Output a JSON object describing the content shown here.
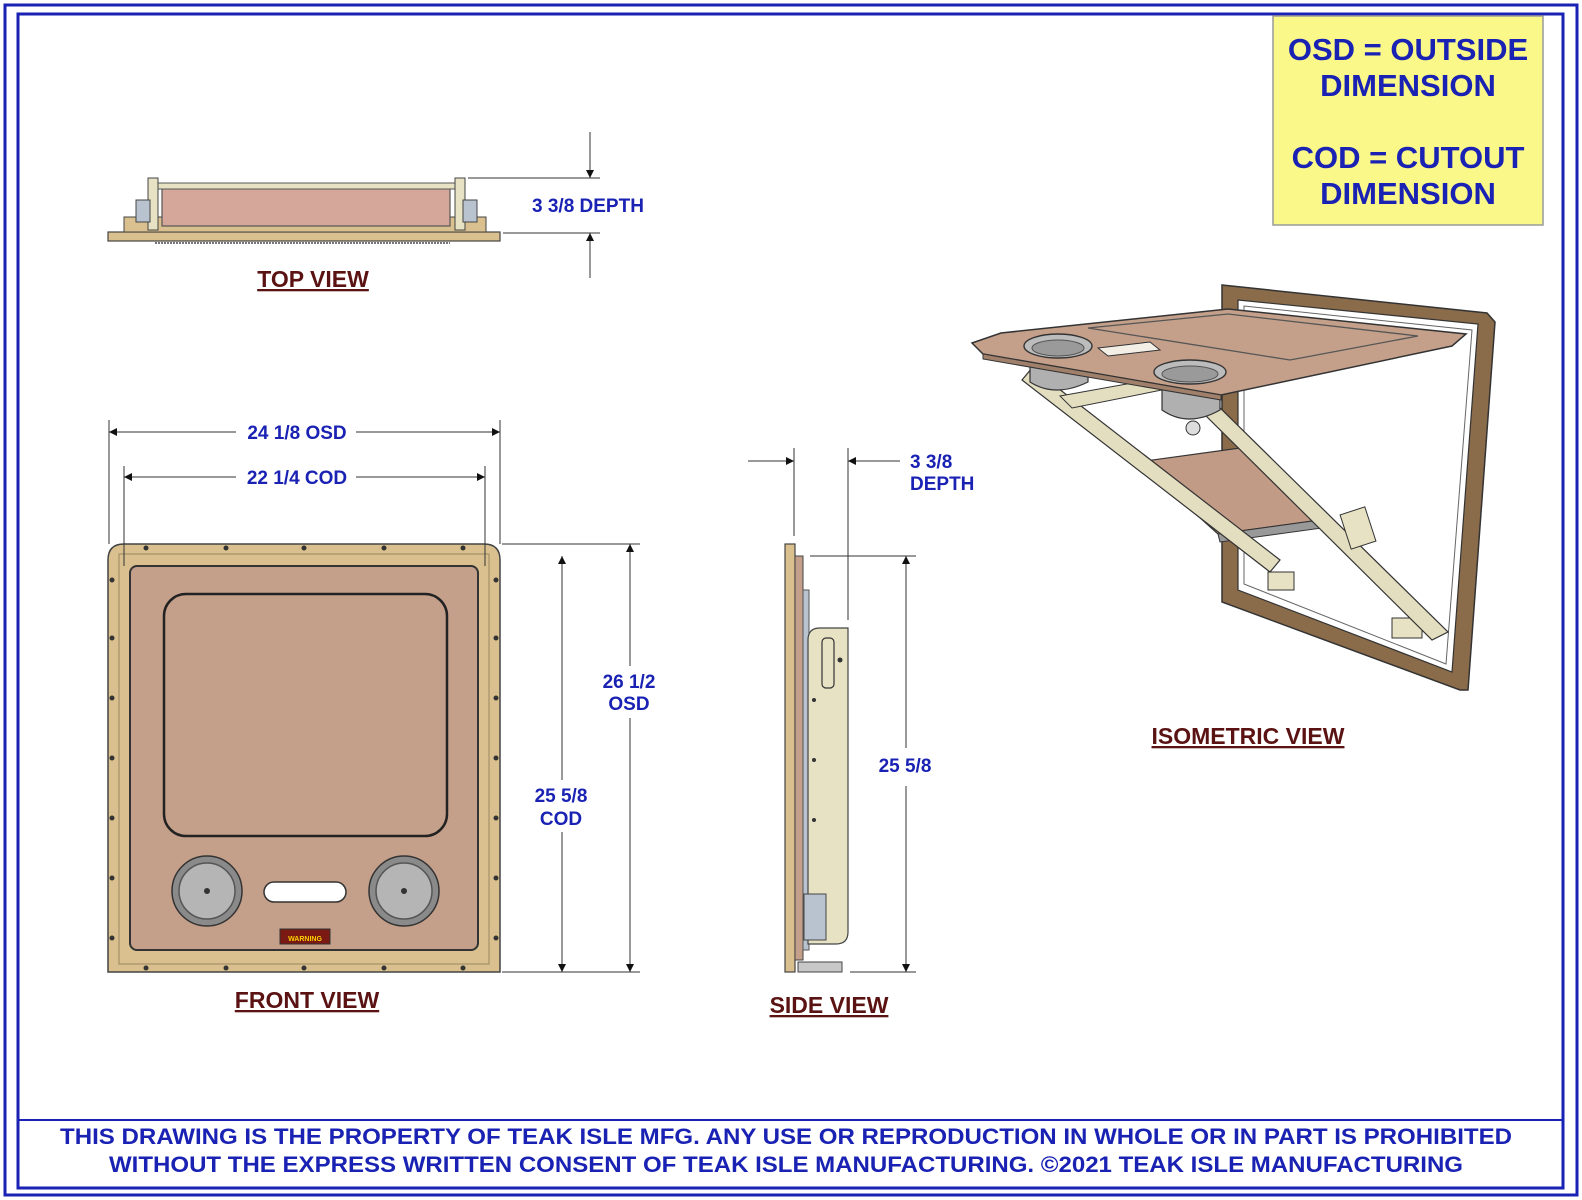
{
  "legend": {
    "line1": "OSD = OUTSIDE",
    "line2": "DIMENSION",
    "line3": "COD = CUTOUT",
    "line4": "DIMENSION"
  },
  "views": {
    "top": "TOP VIEW",
    "front": "FRONT VIEW",
    "side": "SIDE VIEW",
    "isometric": "ISOMETRIC VIEW"
  },
  "dimensions": {
    "top_depth": "3 3/8 DEPTH",
    "front_width_osd": "24 1/8 OSD",
    "front_width_cod": "22 1/4 COD",
    "front_height_osd_value": "26 1/2",
    "front_height_osd_unit": "OSD",
    "front_height_cod_value": "25 5/8",
    "front_height_cod_unit": "COD",
    "side_depth_value": "3 3/8",
    "side_depth_unit": "DEPTH",
    "side_height": "25 5/8"
  },
  "warning_label": "WARNING",
  "footer": {
    "line1": "THIS DRAWING IS THE PROPERTY OF TEAK ISLE MFG. ANY USE OR REPRODUCTION IN WHOLE OR IN PART IS PROHIBITED",
    "line2": "WITHOUT THE EXPRESS WRITTEN CONSENT OF TEAK ISLE MANUFACTURING. ©2021 TEAK ISLE MANUFACTURING"
  },
  "colors": {
    "border": "#1a22b4",
    "dimension_text": "#1a22b4",
    "view_label": "#5b1212",
    "legend_fill": "#fbf88a",
    "frame": "#d9c08e",
    "panel": "#c4a08b",
    "iso_frame": "#8a6b4a"
  }
}
